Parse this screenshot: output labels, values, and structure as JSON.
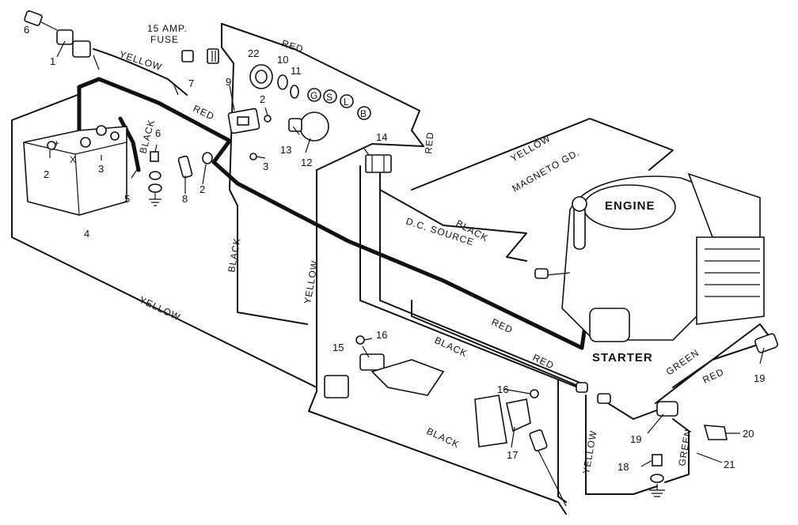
{
  "wire_labels": {
    "yellow_top": "YELLOW",
    "red_top": "RED",
    "red_left": "RED",
    "black_battery": "BLACK",
    "red_right": "RED",
    "yellow_magneto": "YELLOW",
    "magneto_gd": "MAGNETO GD.",
    "black_source": "BLACK",
    "dc_source": "D.C. SOURCE",
    "black_left": "BLACK",
    "yellow_mid": "YELLOW",
    "yellow_bottom": "YELLOW",
    "red_mid": "RED",
    "black_mid": "BLACK",
    "red_lower": "RED",
    "black_bottom": "BLACK",
    "yellow_lower": "YELLOW",
    "green_right": "GREEN",
    "red_right_low": "RED",
    "green_lower": "GREEN"
  },
  "fuse_label_line1": "15 AMP.",
  "fuse_label_line2": "FUSE",
  "engine_label": "ENGINE",
  "starter_label": "STARTER",
  "switch_terminals": [
    "G",
    "S",
    "L",
    "B"
  ],
  "battery_marks": [
    "+",
    "X"
  ],
  "part_numbers": {
    "n6_top": "6",
    "n1": "1",
    "n22": "22",
    "n10": "10",
    "n11": "11",
    "n7": "7",
    "n9": "9",
    "n2_a": "2",
    "n2_b": "2",
    "n2_c": "2",
    "n3_a": "3",
    "n3_b": "3",
    "n6_b": "6",
    "n5": "5",
    "n8": "8",
    "n4": "4",
    "n13": "13",
    "n12": "12",
    "n14": "14",
    "n15": "15",
    "n16_a": "16",
    "n16_b": "16",
    "n17": "17",
    "n18": "18",
    "n19_a": "19",
    "n19_b": "19",
    "n20": "20",
    "n21": "21"
  }
}
